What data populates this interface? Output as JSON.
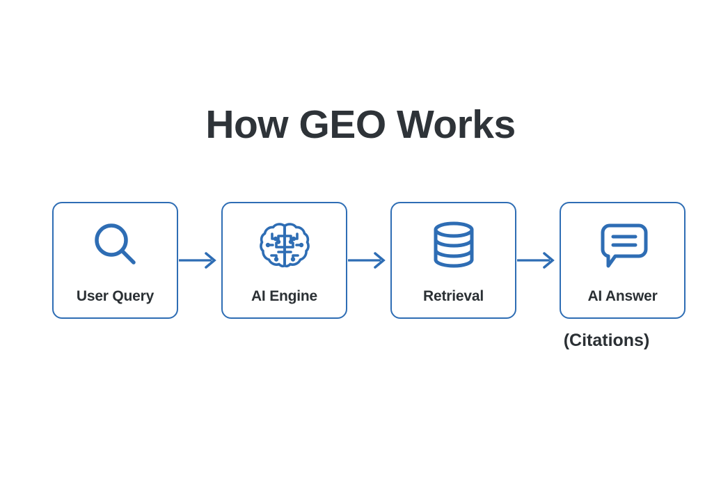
{
  "diagram": {
    "title": "How GEO Works",
    "background_color": "#ffffff",
    "accent_color": "#2e6db4",
    "text_color": "#2e3338",
    "steps": [
      {
        "label": "User Query",
        "icon": "magnifier-icon"
      },
      {
        "label": "AI Engine",
        "icon": "brain-icon"
      },
      {
        "label": "Retrieval",
        "icon": "database-icon"
      },
      {
        "label": "AI Answer",
        "icon": "speech-bubble-icon"
      }
    ],
    "connectors": [
      {
        "icon": "arrow-right-icon"
      },
      {
        "icon": "arrow-right-icon"
      },
      {
        "icon": "arrow-right-icon"
      }
    ],
    "sub_caption": "(Citations)"
  }
}
